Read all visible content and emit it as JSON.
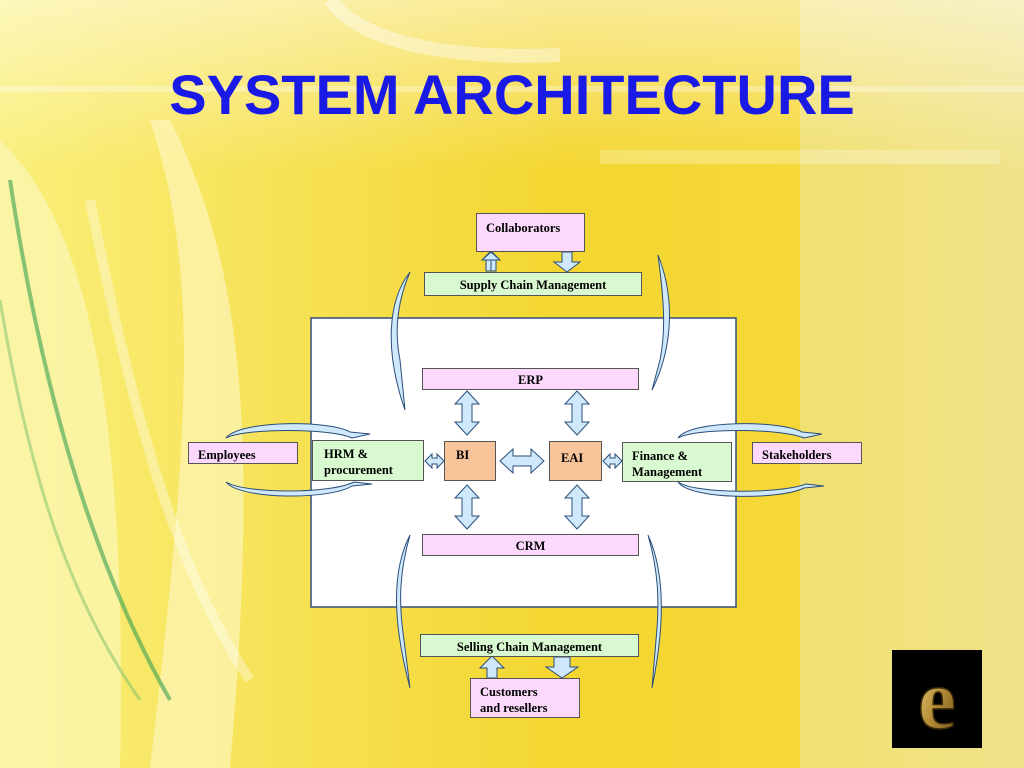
{
  "slide": {
    "title": "SYSTEM ARCHITECTURE",
    "logo_letter": "e"
  },
  "diagram": {
    "nodes": {
      "collaborators": "Collaborators",
      "supply_chain": "Supply Chain Management",
      "erp": "ERP",
      "bi": "BI",
      "eai": "EAI",
      "crm": "CRM",
      "hrm": [
        "HRM &",
        "procurement"
      ],
      "finance": [
        "Finance &",
        "Management"
      ],
      "employees": "Employees",
      "stakeholders": "Stakeholders",
      "selling_chain": "Selling Chain Management",
      "customers": [
        "Customers",
        "and resellers"
      ]
    }
  },
  "colors": {
    "title": "#1a1ae6",
    "pink_box": "#fcd9fc",
    "green_box": "#d9f9d1",
    "orange_box": "#f8c49a",
    "arrow_fill": "#cfe8fb",
    "arrow_stroke": "#2a4e7a"
  }
}
